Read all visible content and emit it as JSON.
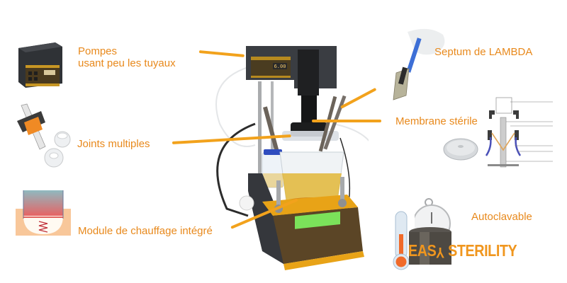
{
  "features": {
    "pumps": {
      "line1": "Pompes",
      "line2": "usant peu les tuyaux"
    },
    "joints": {
      "label": "Joints multiples"
    },
    "heating": {
      "label": "Module de chauffage intégré"
    },
    "septum": {
      "label": "Septum de LAMBDA"
    },
    "membrane": {
      "label": "Membrane stérile"
    },
    "autoclave": {
      "label": "Autoclavable"
    }
  },
  "logo": {
    "part1": "EAS",
    "part2": "Y",
    "part3": " STERILITY"
  },
  "device": {
    "pump_display": "6.00"
  },
  "colors": {
    "label": "#e8891c",
    "pointer": "#f2a21c",
    "body": "#e8a317",
    "lcd": "#7be25a",
    "dark": "#3a3d42"
  }
}
